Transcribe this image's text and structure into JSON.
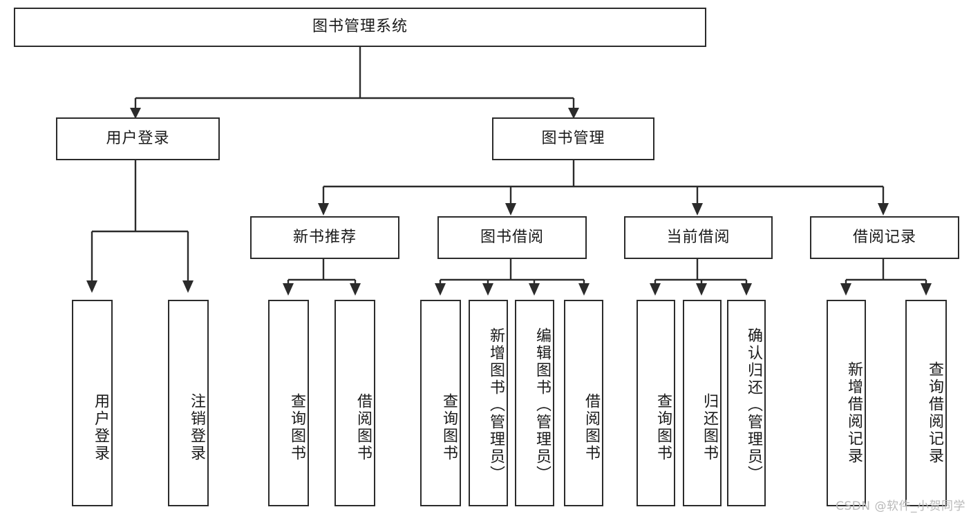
{
  "diagram": {
    "title": "图书管理系统",
    "type": "tree-hierarchy",
    "root": {
      "label": "图书管理系统"
    },
    "level2": [
      {
        "label": "用户登录"
      },
      {
        "label": "图书管理"
      }
    ],
    "level3": [
      {
        "label": "新书推荐",
        "parent": "图书管理"
      },
      {
        "label": "图书借阅",
        "parent": "图书管理"
      },
      {
        "label": "当前借阅",
        "parent": "图书管理"
      },
      {
        "label": "借阅记录",
        "parent": "图书管理"
      }
    ],
    "leaves": {
      "user_login": [
        {
          "label": "用户登录"
        },
        {
          "label": "注销登录"
        }
      ],
      "new_book_recommend": [
        {
          "label": "查询图书"
        },
        {
          "label": "借阅图书"
        }
      ],
      "book_borrow": [
        {
          "label": "查询图书"
        },
        {
          "label": "新增图书（管理员）"
        },
        {
          "label": "编辑图书（管理员）"
        },
        {
          "label": "借阅图书"
        }
      ],
      "current_borrow": [
        {
          "label": "查询图书"
        },
        {
          "label": "归还图书"
        },
        {
          "label": "确认归还（管理员）"
        }
      ],
      "borrow_record": [
        {
          "label": "新增借阅记录"
        },
        {
          "label": "查询借阅记录"
        }
      ]
    }
  },
  "watermark": {
    "text": "CSDN @软件_小贺同学"
  },
  "colors": {
    "border": "#2b2b2b",
    "background": "#ffffff",
    "text": "#1a1a1a",
    "watermark": "#b9b9b9"
  }
}
